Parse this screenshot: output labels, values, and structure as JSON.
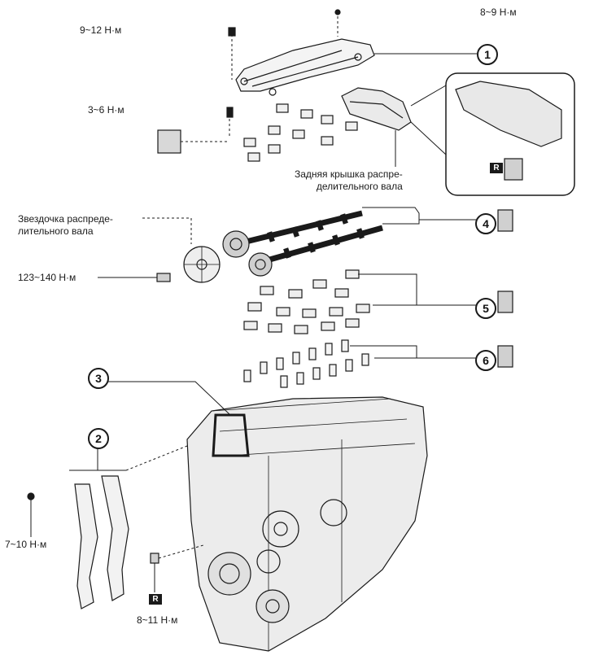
{
  "torque_labels": {
    "t_8_9": "8~9 Н·м",
    "t_9_12": "9~12 Н·м",
    "t_3_6": "3~6 Н·м",
    "t_123_140": "123~140 Н·м",
    "t_7_10": "7~10 Н·м",
    "t_8_11": "8~11 Н·м"
  },
  "part_labels": {
    "rear_cam_cover": "Задняя крышка распре-\nделительного вала",
    "cam_sprocket": "Звездочка распреде-\nлительного вала"
  },
  "callouts": [
    "1",
    "2",
    "3",
    "4",
    "5",
    "6"
  ],
  "reuse_badge": "R",
  "colors": {
    "ink": "#1a1a1a",
    "paper": "#ffffff",
    "shade": "#cfcfcf"
  }
}
